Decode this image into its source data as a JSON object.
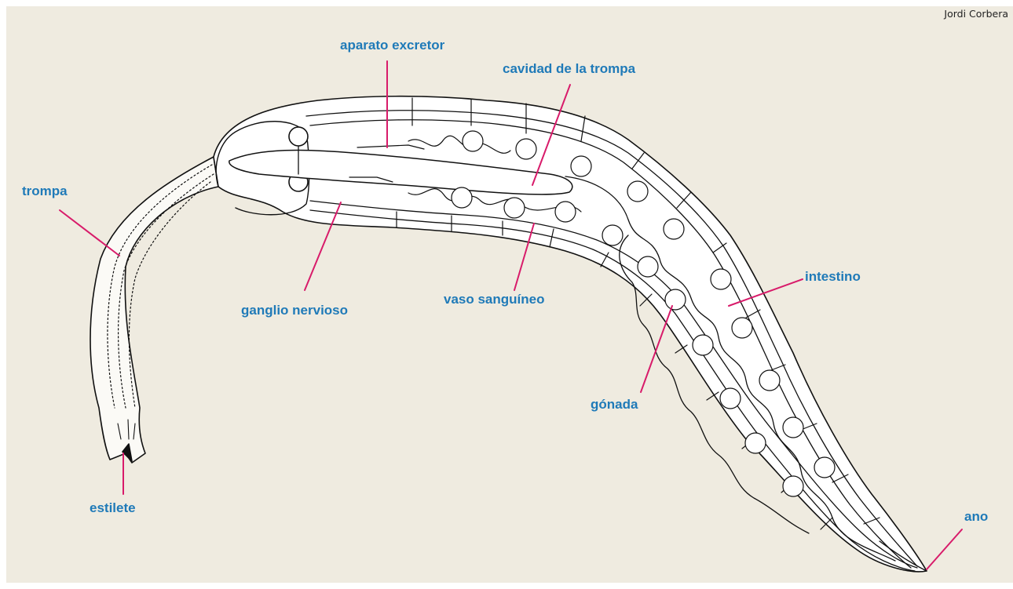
{
  "credit": "Jordi Corbera",
  "colors": {
    "background": "#efebe0",
    "label_text": "#1f7ab8",
    "leader_line": "#d81b6a",
    "drawing": "#111111"
  },
  "labels": {
    "aparato_excretor": "aparato excretor",
    "cavidad_trompa": "cavidad de la trompa",
    "trompa": "trompa",
    "ganglio": "ganglio nervioso",
    "vaso": "vaso sanguíneo",
    "intestino": "intestino",
    "gonada": "gónada",
    "estilete": "estilete",
    "ano": "ano"
  }
}
